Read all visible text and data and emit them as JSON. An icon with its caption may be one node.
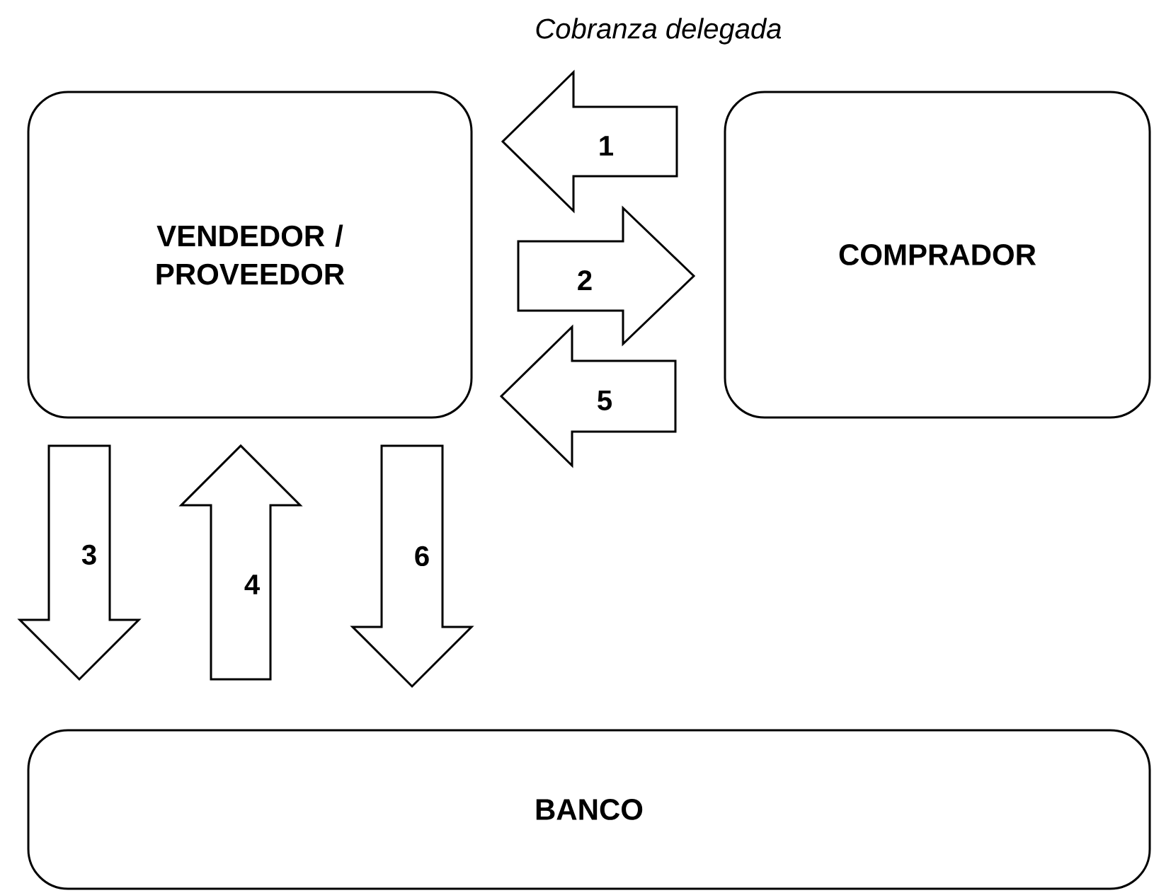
{
  "diagram": {
    "title": "Cobranza delegada",
    "nodes": [
      {
        "text": [
          "VENDEDOR / PROVEEDOR"
        ]
      },
      {
        "text": [
          "COMPRADOR"
        ]
      },
      {
        "text": [
          "BANCO"
        ]
      }
    ],
    "edges": [
      {
        "from": 1,
        "to": 0,
        "arrow": "to",
        "label": "1"
      },
      {
        "from": 0,
        "to": 1,
        "arrow": "to",
        "label": "2"
      },
      {
        "from": 0,
        "to": 2,
        "arrow": "to",
        "label": "3"
      },
      {
        "from": 2,
        "to": 0,
        "arrow": "to",
        "label": "4"
      },
      {
        "from": 1,
        "to": 0,
        "arrow": "to",
        "label": "5"
      },
      {
        "from": 0,
        "to": 2,
        "arrow": "to",
        "label": "6"
      }
    ]
  }
}
